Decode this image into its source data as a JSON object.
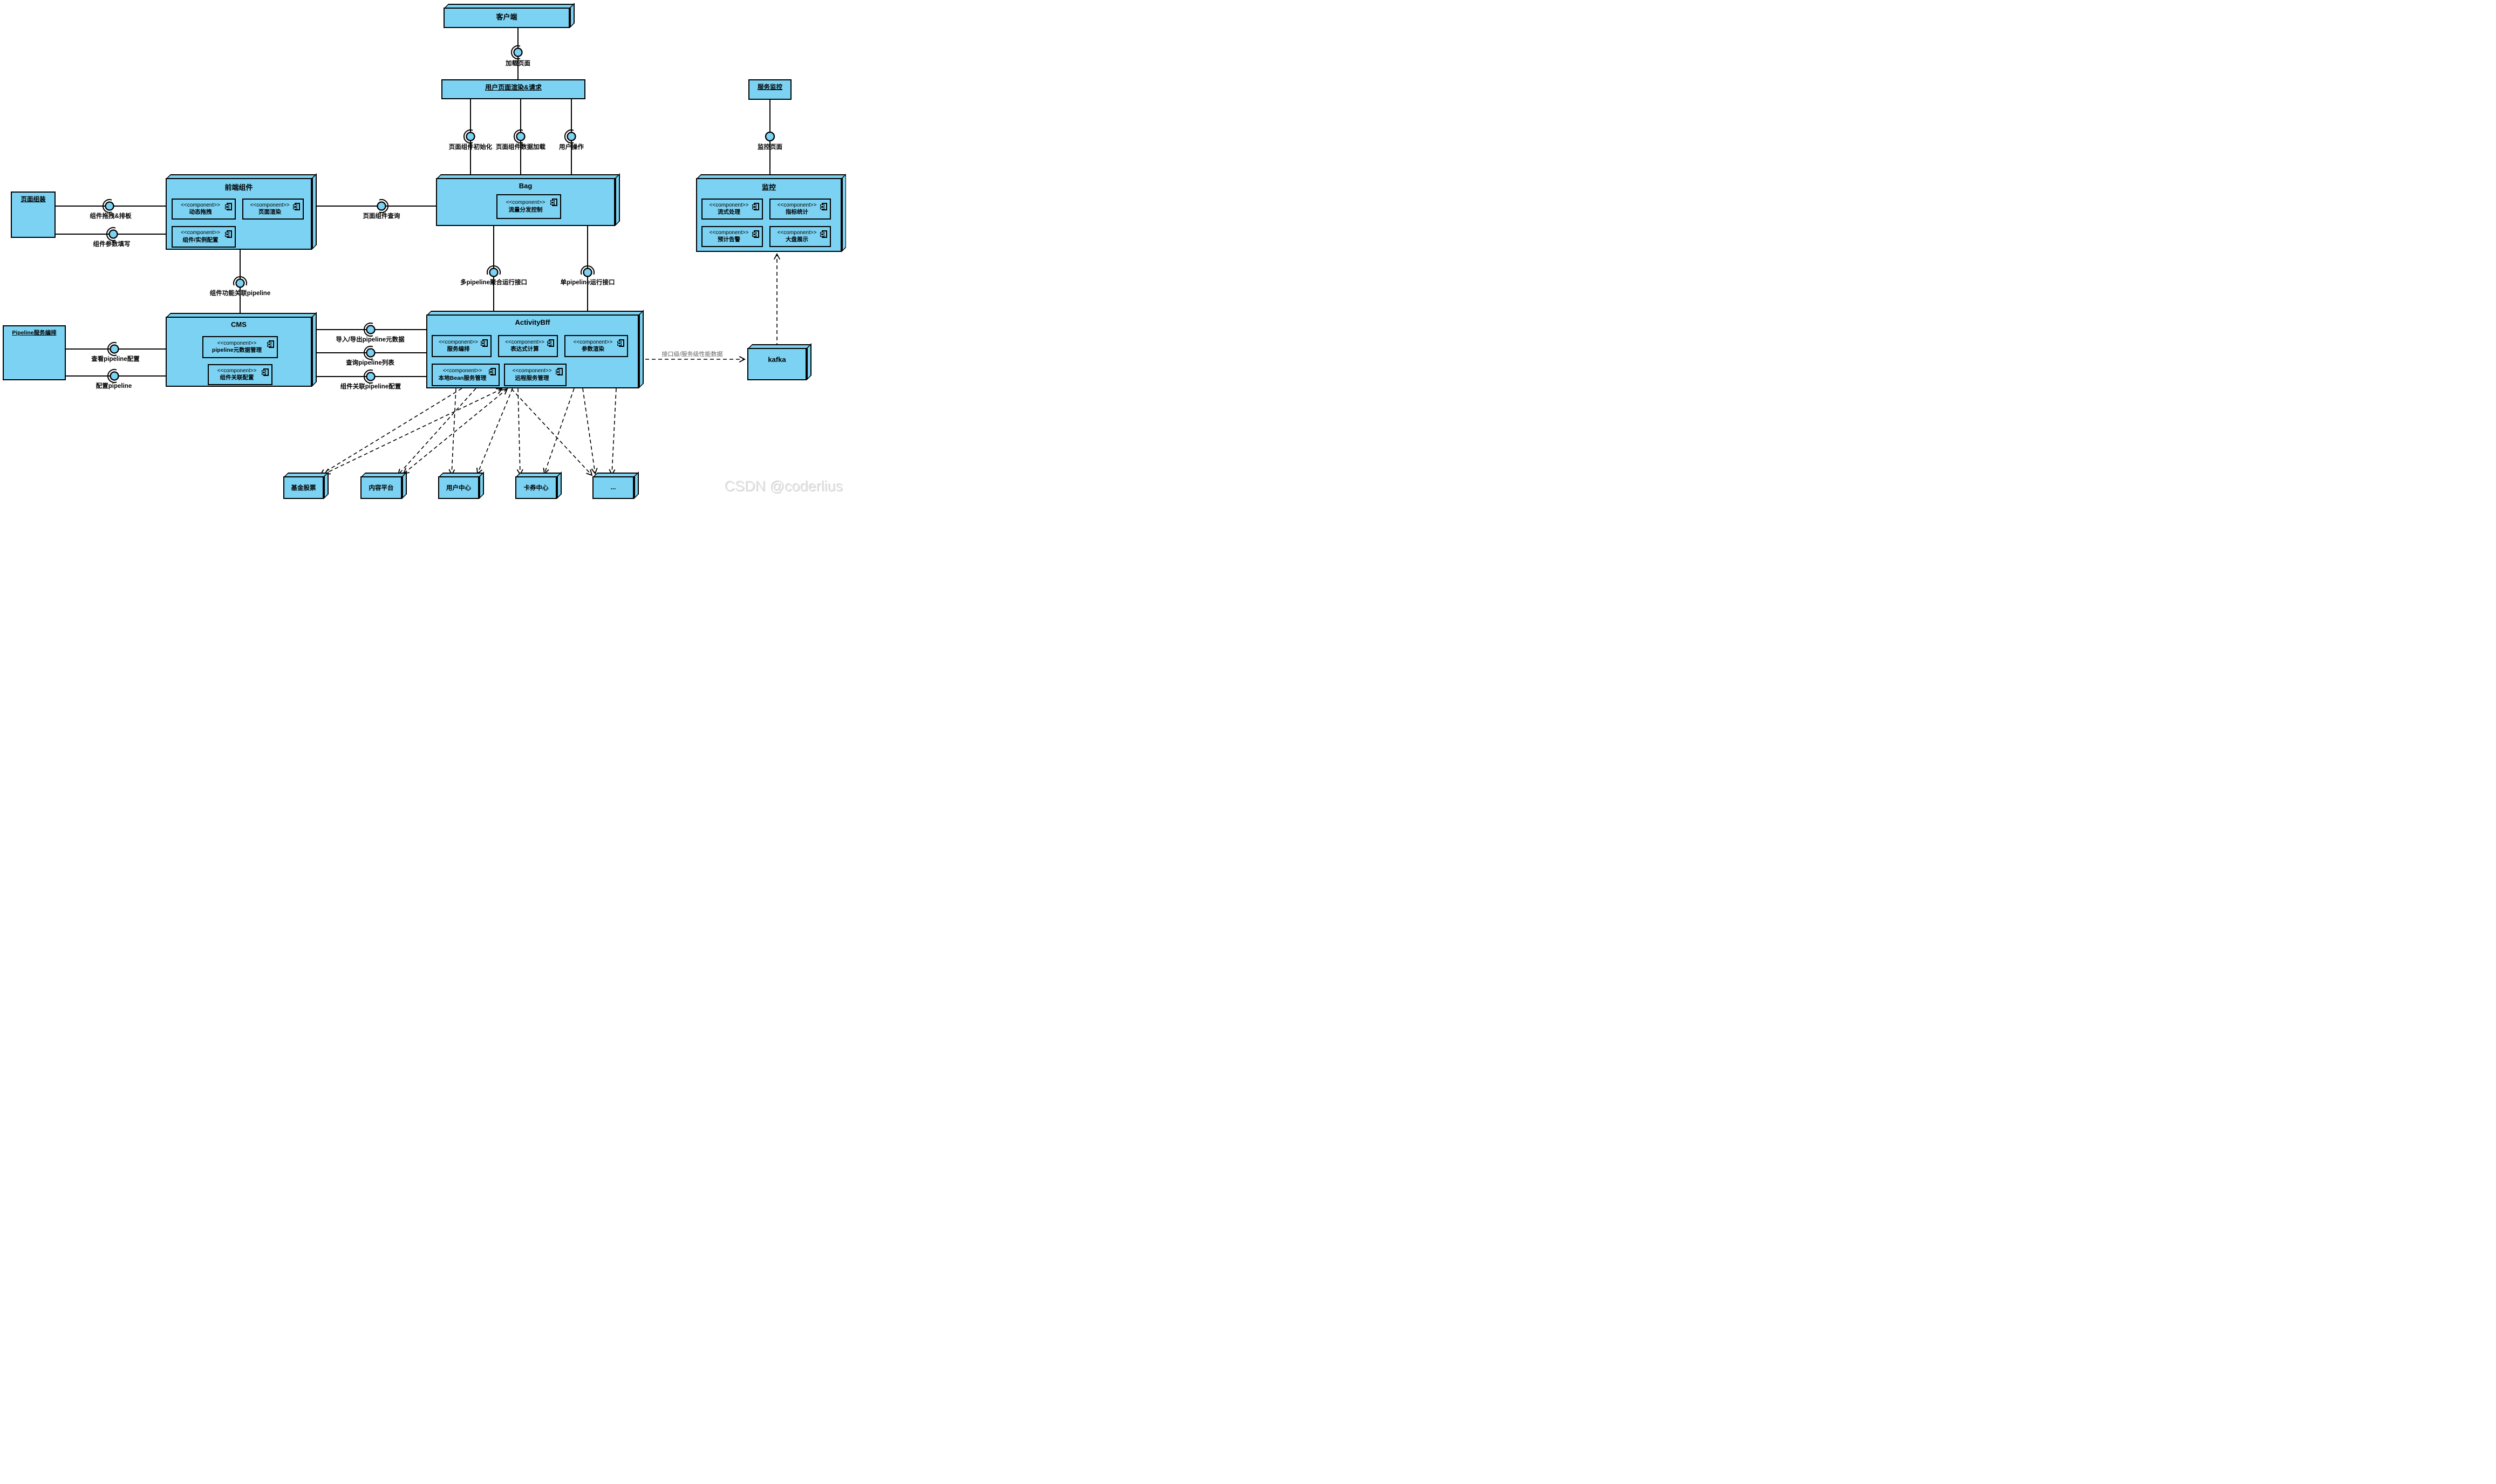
{
  "colors": {
    "node_fill": "#7CD2F2",
    "stroke": "#000000",
    "watermark_text": "#e3e3e3",
    "perf_label": "#666666"
  },
  "stereotype": "<<component>>",
  "nodes": {
    "client": {
      "title": "客户端"
    },
    "user_page_render": {
      "title": "用户页面渲染&请求"
    },
    "service_monitor": {
      "title": "服务监控"
    },
    "page_assembly": {
      "title": "页面组装"
    },
    "frontend": {
      "title": "前端组件"
    },
    "bag": {
      "title": "Bag"
    },
    "monitor": {
      "title": "监控"
    },
    "cms": {
      "title": "CMS"
    },
    "pipeline_orchestration": {
      "title": "Pipeline服务编排"
    },
    "activity_bff": {
      "title": "ActivityBff"
    },
    "kafka": {
      "title": "kafka"
    },
    "fund_stock": {
      "title": "基金股票"
    },
    "content_platform": {
      "title": "内容平台"
    },
    "user_center": {
      "title": "用户中心"
    },
    "coupon_center": {
      "title": "卡券中心"
    },
    "others": {
      "title": "..."
    }
  },
  "components": {
    "dynamic_drag": "动态拖拽",
    "page_render": "页面渲染",
    "component_instance_config": "组件/实例配置",
    "traffic_dispatch": "流量分发控制",
    "stream_processing": "流式处理",
    "metric_stats": "指标统计",
    "alert_forecast": "预计告警",
    "dashboard_display": "大盘展示",
    "pipeline_metadata": "pipeline元数据管理",
    "component_relation_config": "组件关联配置",
    "service_orchestration": "服务编排",
    "expression_calc": "表达式计算",
    "param_render": "参数渲染",
    "local_bean_service": "本地Bean服务管理",
    "remote_service": "远程服务管理"
  },
  "interfaces": {
    "load_page": "加载页面",
    "page_component_init": "页面组件初始化",
    "page_component_data_load": "页面组件数据加载",
    "user_operation": "用户操作",
    "component_drag_layout": "组件拖拽&排板",
    "component_param_fill": "组件参数填写",
    "page_component_query": "页面组件查询",
    "component_func_pipeline": "组件功能关联pipeline",
    "view_pipeline_config": "查看pipeline配置",
    "config_pipeline": "配置pipeline",
    "import_export_pipeline_metadata": "导入/导出pipeline元数据",
    "query_pipeline_list": "查询pipeline列表",
    "component_pipeline_config": "组件关联pipeline配置",
    "multi_pipeline_run": "多pipeline聚合运行接口",
    "single_pipeline_run": "单pipeline运行接口",
    "monitor_page": "监控页面"
  },
  "edge_labels": {
    "perf_data": "接口级/服务级性能数据"
  },
  "watermark": "CSDN @coderlius"
}
